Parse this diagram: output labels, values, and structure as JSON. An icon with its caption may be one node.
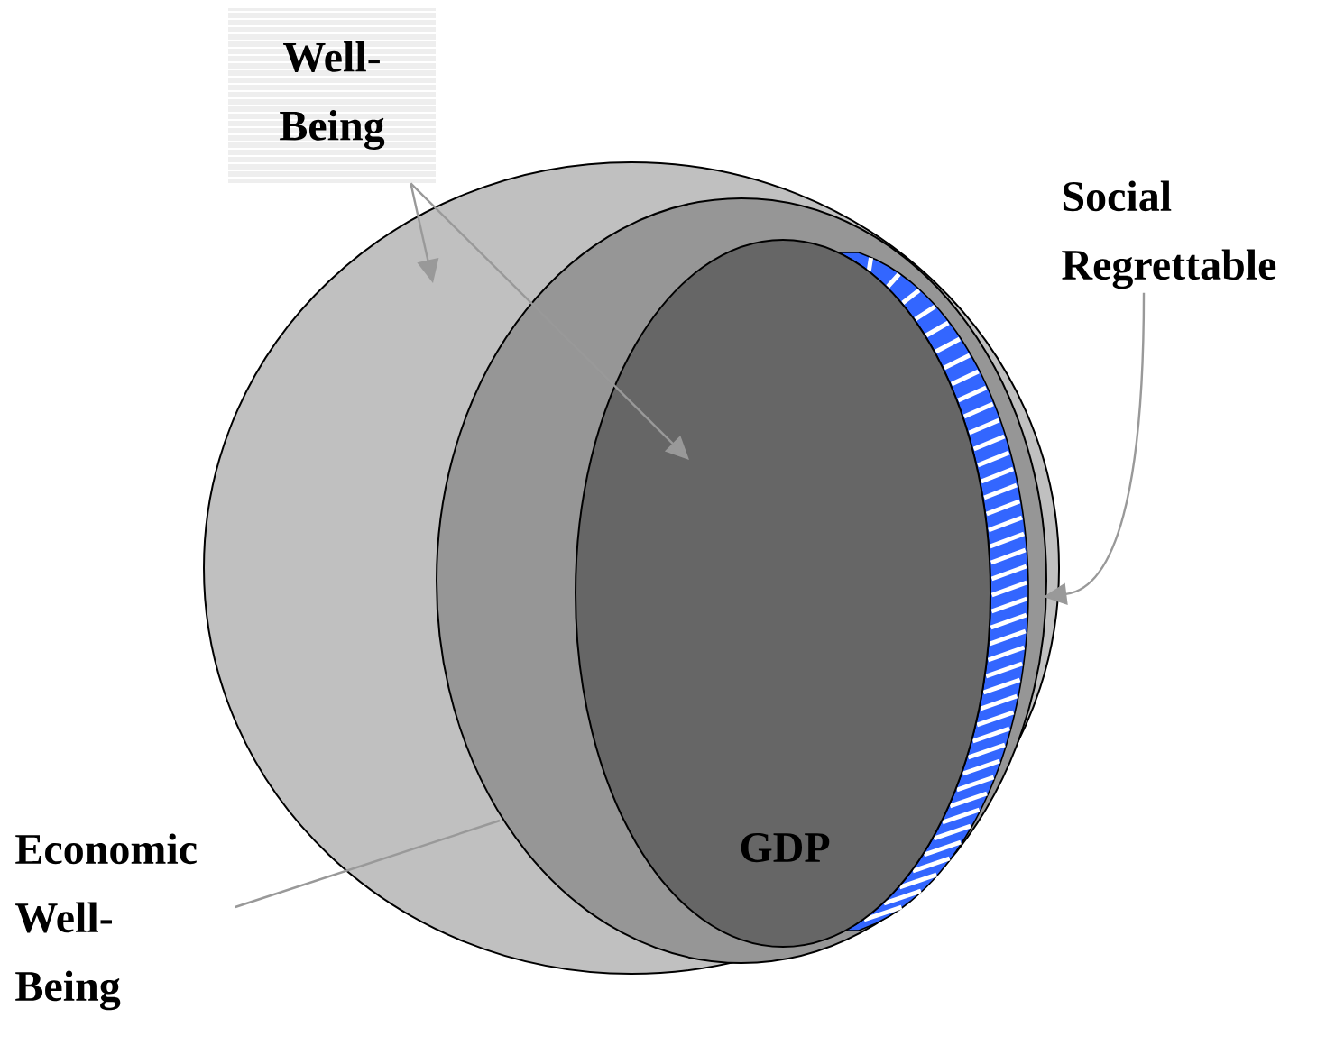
{
  "diagram": {
    "nodes": [
      {
        "text": [
          "Well-Being"
        ]
      },
      {
        "text": [],
        "shape": "circle"
      },
      {
        "text": [],
        "shape": "circle",
        "in": 1
      },
      {
        "text": [
          "GDP"
        ],
        "in": 2
      },
      {
        "text": [],
        "shape": "band",
        "in": 2
      },
      {
        "text": [
          "Social Regrettable"
        ]
      },
      {
        "text": [
          "Economic Well-Being"
        ]
      }
    ],
    "edges": [
      {
        "from": 0,
        "to": 1,
        "arrow": "to"
      },
      {
        "from": 0,
        "to": 3,
        "arrow": "to"
      },
      {
        "from": 5,
        "to": 4,
        "arrow": "to"
      },
      {
        "from": 6,
        "to": 2,
        "arrow": "none"
      }
    ]
  }
}
